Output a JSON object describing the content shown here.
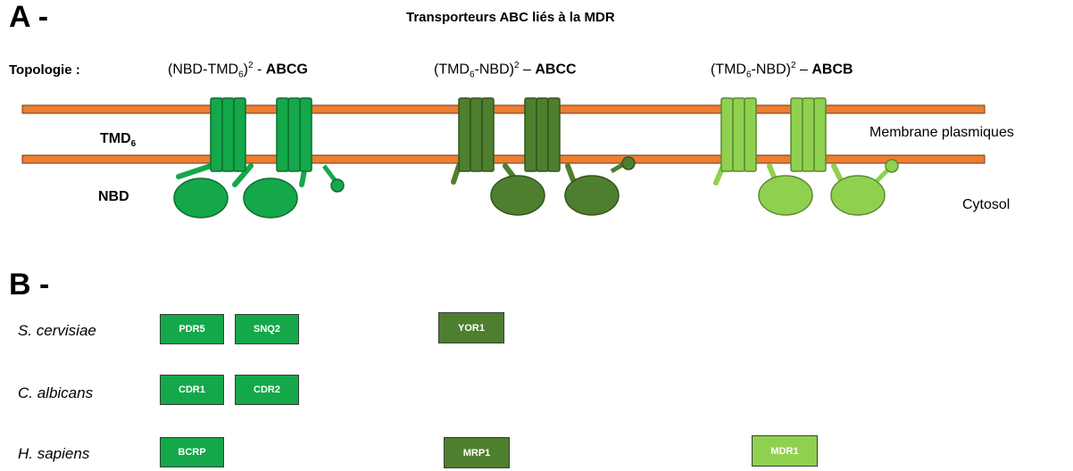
{
  "panel_a": {
    "letter": "A -",
    "title": "Transporteurs ABC liés à la MDR",
    "topology_label": "Topologie :",
    "families": [
      {
        "id": "abcg",
        "prefix": "(NBD-TMD",
        "sub": "6",
        "suffix": ")",
        "sup": "2",
        "separator": " - ",
        "name": "ABCG",
        "color": "#14a84a"
      },
      {
        "id": "abcc",
        "prefix": "(TMD",
        "sub": "6",
        "suffix": "-NBD)",
        "sup": "2",
        "separator": " – ",
        "name": "ABCC",
        "color": "#4e7f2e"
      },
      {
        "id": "abcb",
        "prefix": "(TMD",
        "sub": "6",
        "suffix": "-NBD)",
        "sup": "2",
        "separator": " – ",
        "name": "ABCB",
        "color": "#8fd14f"
      }
    ],
    "tmd_label": "TMD",
    "tmd_sub": "6",
    "nbd_label": "NBD",
    "membrane_label": "Membrane plasmiques",
    "cytosol_label": "Cytosol",
    "membrane_color": "#ed7d31"
  },
  "panel_b": {
    "letter": "B -",
    "species": [
      "S. cervisiae",
      "C. albicans",
      "H. sapiens"
    ],
    "proteins": [
      {
        "name": "PDR5",
        "species": "S. cervisiae",
        "family": "ABCG",
        "color": "#14a84a"
      },
      {
        "name": "SNQ2",
        "species": "S. cervisiae",
        "family": "ABCG",
        "color": "#14a84a"
      },
      {
        "name": "YOR1",
        "species": "S. cervisiae",
        "family": "ABCC",
        "color": "#4e7f2e"
      },
      {
        "name": "CDR1",
        "species": "C. albicans",
        "family": "ABCG",
        "color": "#14a84a"
      },
      {
        "name": "CDR2",
        "species": "C. albicans",
        "family": "ABCG",
        "color": "#14a84a"
      },
      {
        "name": "BCRP",
        "species": "H. sapiens",
        "family": "ABCG",
        "color": "#14a84a"
      },
      {
        "name": "MRP1",
        "species": "H. sapiens",
        "family": "ABCC",
        "color": "#4e7f2e"
      },
      {
        "name": "MDR1",
        "species": "H. sapiens",
        "family": "ABCB",
        "color": "#8fd14f"
      }
    ]
  }
}
